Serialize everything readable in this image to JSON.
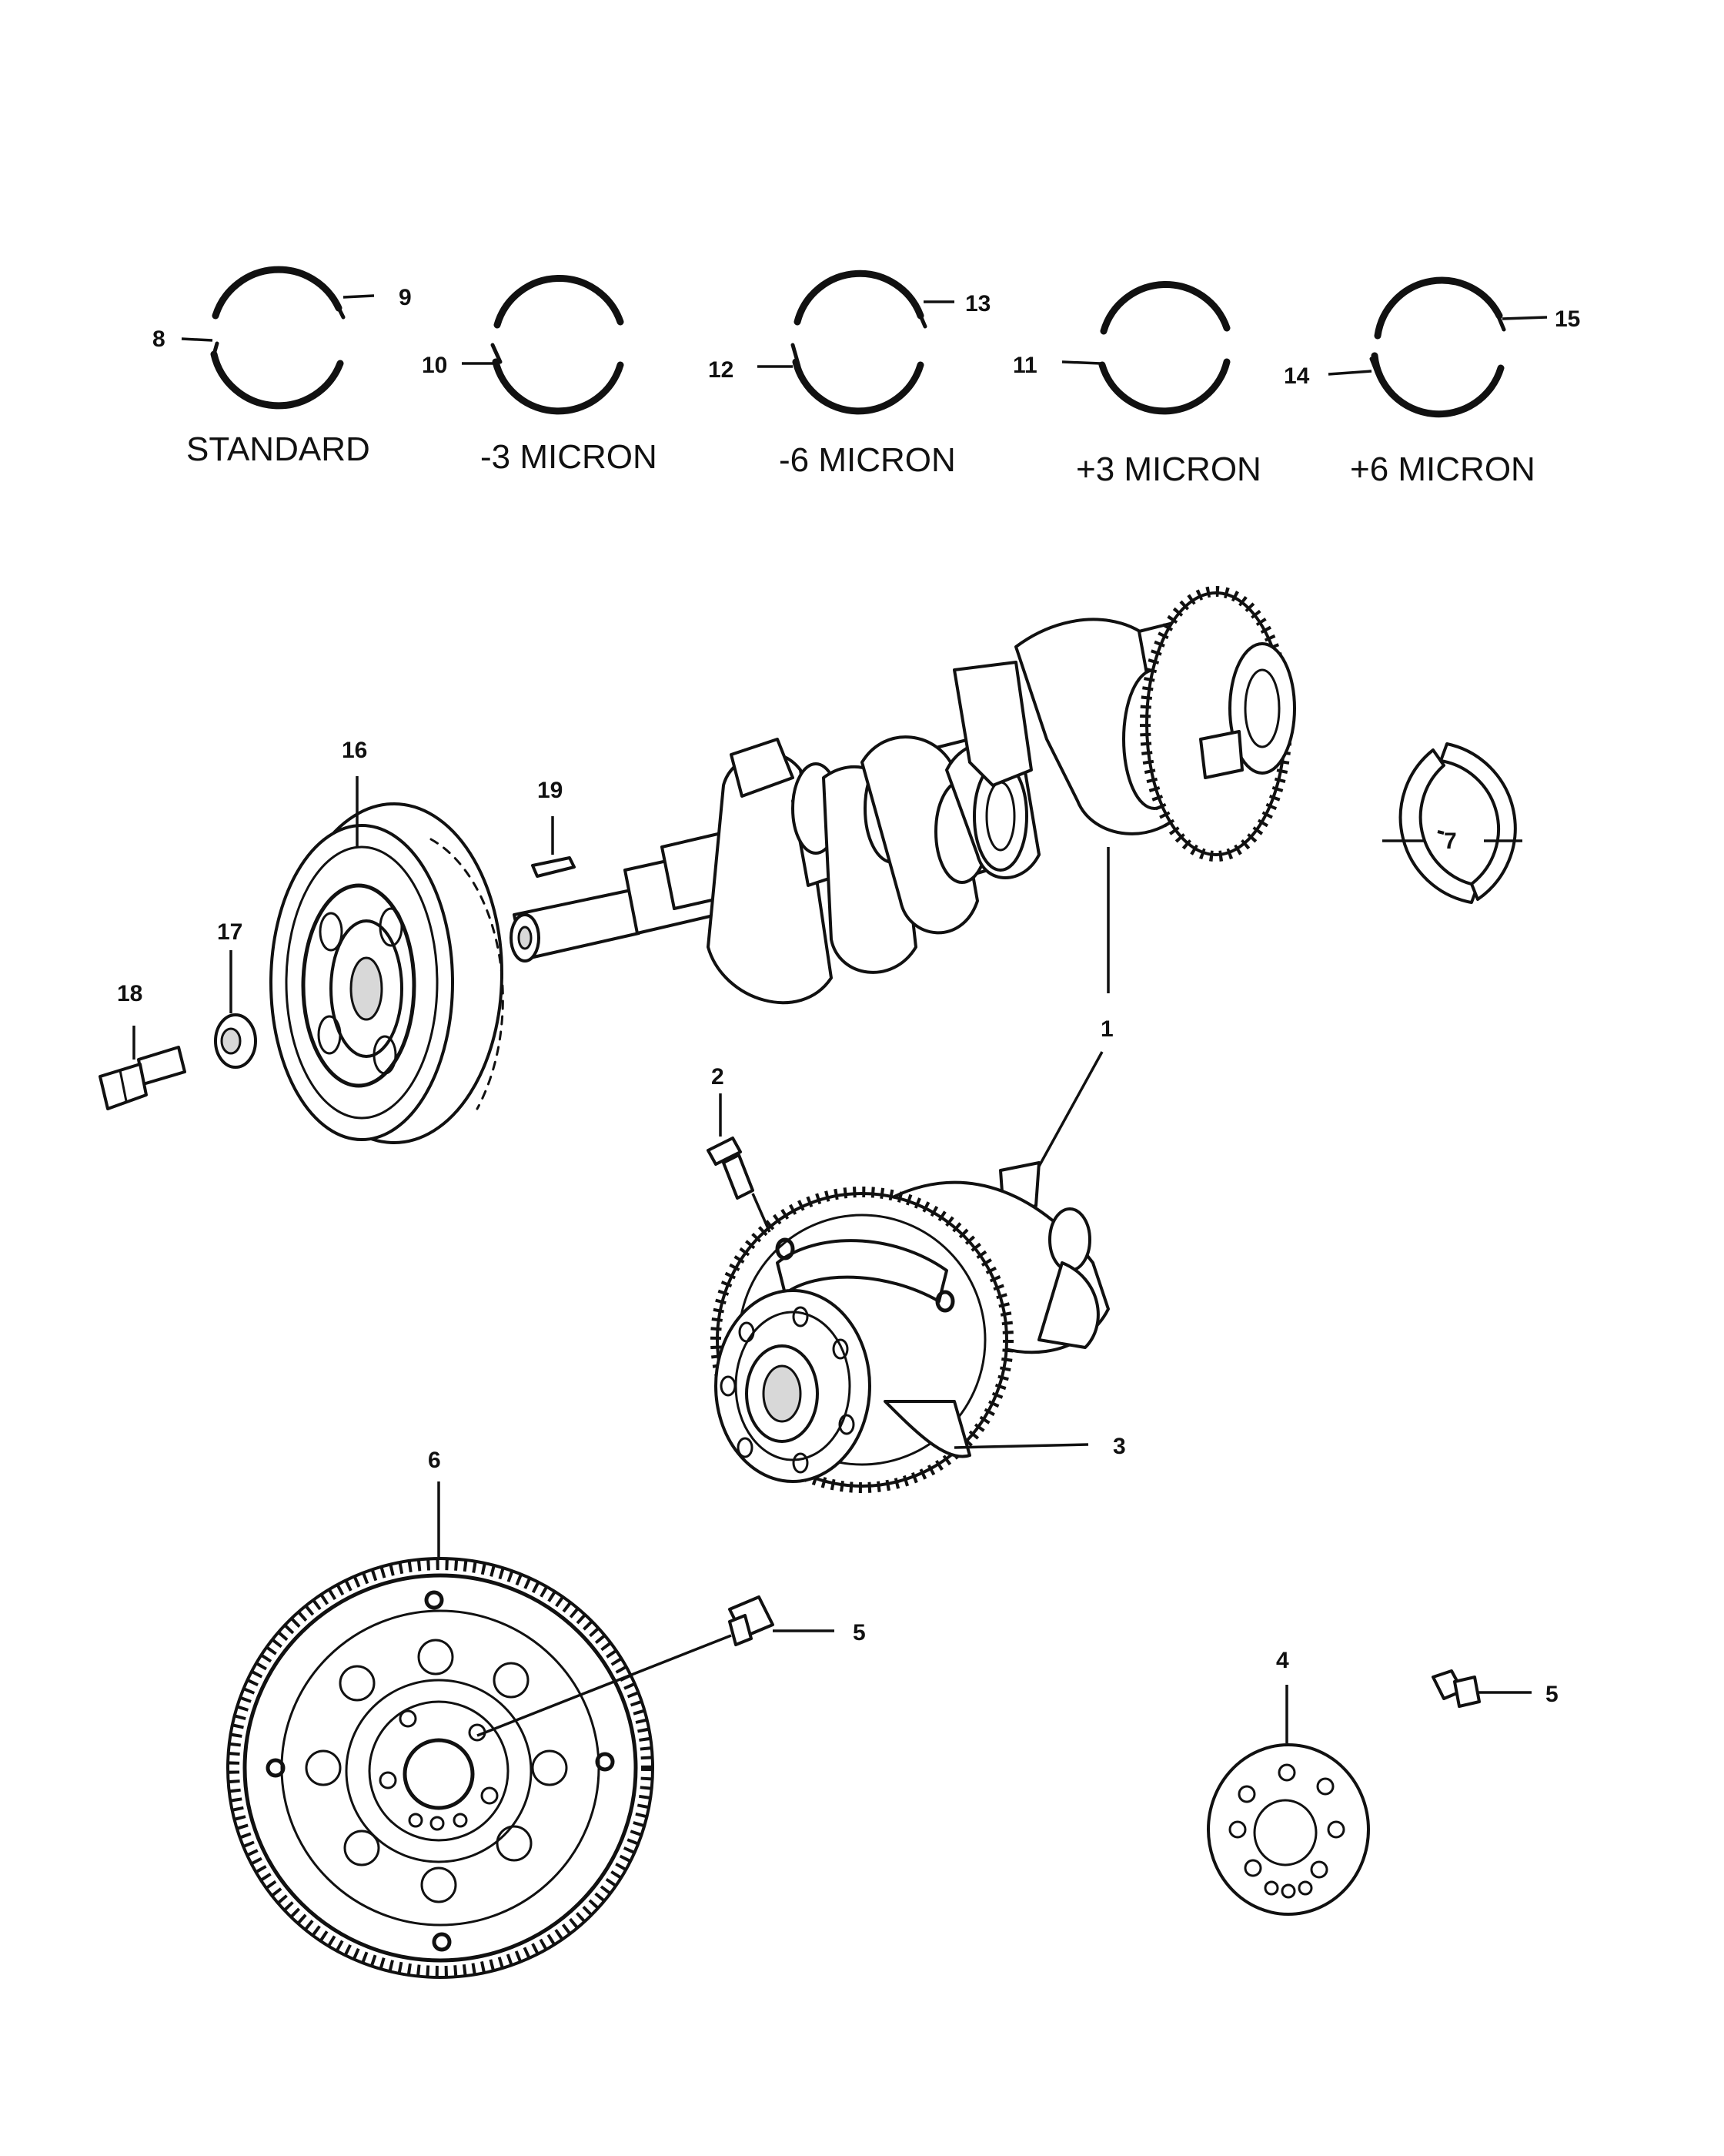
{
  "captions": {
    "standard": "STANDARD",
    "minus3": "-3 MICRON",
    "minus6": "-6 MICRON",
    "plus3": "+3 MICRON",
    "plus6": "+6 MICRON"
  },
  "callouts": {
    "c1": "1",
    "c1b": "1",
    "c2": "2",
    "c3": "3",
    "c4": "4",
    "c5a": "5",
    "c5b": "5",
    "c6": "6",
    "c7": "7",
    "c8": "8",
    "c9": "9",
    "c10": "10",
    "c11": "11",
    "c12": "12",
    "c13": "13",
    "c14": "14",
    "c15": "15",
    "c16": "16",
    "c17": "17",
    "c18": "18",
    "c19": "19"
  }
}
